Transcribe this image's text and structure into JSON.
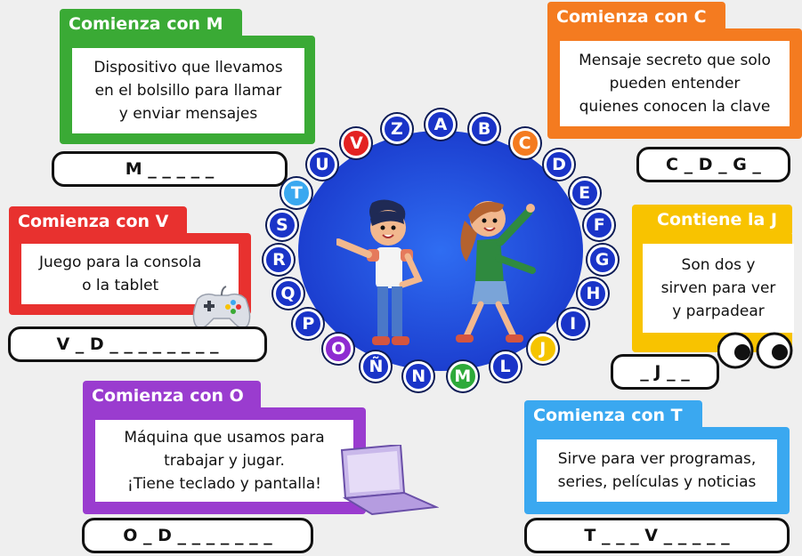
{
  "wheel_letters": [
    {
      "letter": "A",
      "color": "#1a34c8"
    },
    {
      "letter": "B",
      "color": "#1a34c8"
    },
    {
      "letter": "C",
      "color": "#f47b20"
    },
    {
      "letter": "D",
      "color": "#1a34c8"
    },
    {
      "letter": "E",
      "color": "#1a34c8"
    },
    {
      "letter": "F",
      "color": "#1a34c8"
    },
    {
      "letter": "G",
      "color": "#1a34c8"
    },
    {
      "letter": "H",
      "color": "#1a34c8"
    },
    {
      "letter": "I",
      "color": "#1a34c8"
    },
    {
      "letter": "J",
      "color": "#f5c400"
    },
    {
      "letter": "L",
      "color": "#1a34c8"
    },
    {
      "letter": "M",
      "color": "#2eaa3a"
    },
    {
      "letter": "N",
      "color": "#1a34c8"
    },
    {
      "letter": "Ñ",
      "color": "#1a34c8"
    },
    {
      "letter": "O",
      "color": "#8e2bd1"
    },
    {
      "letter": "P",
      "color": "#1a34c8"
    },
    {
      "letter": "Q",
      "color": "#1a34c8"
    },
    {
      "letter": "R",
      "color": "#1a34c8"
    },
    {
      "letter": "S",
      "color": "#1a34c8"
    },
    {
      "letter": "T",
      "color": "#3aa8f0"
    },
    {
      "letter": "U",
      "color": "#1a34c8"
    },
    {
      "letter": "V",
      "color": "#e32222"
    },
    {
      "letter": "Z",
      "color": "#1a34c8"
    }
  ],
  "cards": {
    "m": {
      "title": "Comienza con M",
      "clue": "Dispositivo que llevamos\nen el bolsillo para llamar\ny enviar mensajes",
      "answer": "M _ _ _ _ _",
      "color": "#3aaa35"
    },
    "c": {
      "title": "Comienza con C",
      "clue": "Mensaje secreto que solo\npueden entender\nquienes conocen la clave",
      "answer": "C _ D _ G _",
      "color": "#f47b20"
    },
    "v": {
      "title": "Comienza con V",
      "clue": "Juego para la consola\no la tablet",
      "answer": "V _ D _ _ _ _ _ _ _ _",
      "color": "#e8312f"
    },
    "j": {
      "title": "Contiene la J",
      "clue": "Son dos y\nsirven para ver\ny parpadear",
      "answer": "_ J _ _",
      "color": "#f8c300"
    },
    "o": {
      "title": "Comienza con O",
      "clue": "Máquina que usamos para\ntrabajar y jugar.\n¡Tiene teclado y pantalla!",
      "answer": "O _ D _ _ _ _ _ _ _",
      "color": "#9a3ccf"
    },
    "t": {
      "title": "Comienza con T",
      "clue": "Sirve para ver programas,\nseries, películas y noticias",
      "answer": "T _ _ _ V _ _ _ _ _",
      "color": "#3aa8f0"
    }
  }
}
